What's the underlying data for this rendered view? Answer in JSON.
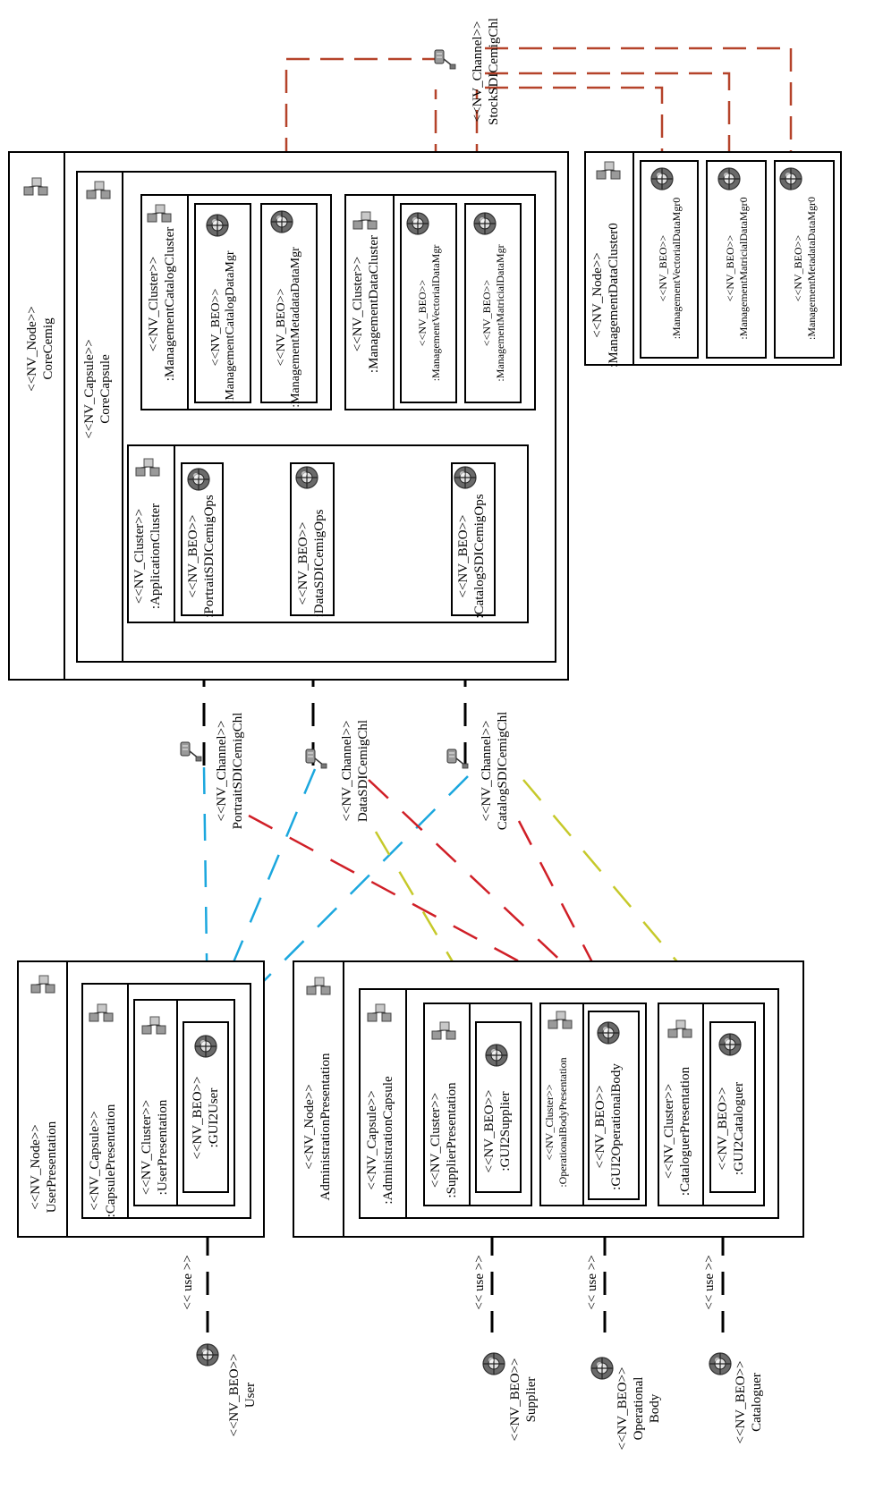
{
  "colors": {
    "stock_channel": "#b5432a",
    "portrait_channel": "#d01f27",
    "data_channel": "#1ba7de",
    "catalog_channel": "#c6c92a",
    "use_link": "#000000"
  },
  "icons": [
    "node-icon",
    "beo-icon",
    "channel-icon"
  ],
  "core_node": {
    "stereotype": "<<NV_Node>>",
    "name": "CoreCemig",
    "capsule": {
      "stereotype": "<<NV_Capsule>>",
      "name": "CoreCapsule",
      "management_catalog_cluster": {
        "stereotype": "<<NV_Cluster>>",
        "name": ":ManagementCatalogCluster",
        "beos": [
          {
            "stereotype": "<<NV_BEO>>",
            "name": ":ManagementCatalogDataMgr"
          },
          {
            "stereotype": "<<NV_BEO>>",
            "name": ":ManagementMetadataDataMgr"
          }
        ]
      },
      "management_data_cluster": {
        "stereotype": "<<NV_Cluster>>",
        "name": ":ManagementDataCluster",
        "beos": [
          {
            "stereotype": "<<NV_BEO>>",
            "name": ":ManagementVectorialDataMgr"
          },
          {
            "stereotype": "<<NV_BEO>>",
            "name": ":ManagementMatricialDataMgr"
          }
        ]
      },
      "application_cluster": {
        "stereotype": "<<NV_Cluster>>",
        "name": ":ApplicationCluster",
        "beos": [
          {
            "stereotype": "<<NV_BEO>>",
            "name": ":PortraitSDICemigOps"
          },
          {
            "stereotype": "<<NV_BEO>>",
            "name": ":DataSDICemigOps"
          },
          {
            "stereotype": "<<NV_BEO>>",
            "name": ":CatalogSDICemigOps"
          }
        ]
      }
    }
  },
  "mgmt_node": {
    "stereotype": "<<NV_Node>>",
    "name": ":ManagementDataCluster0",
    "beos": [
      {
        "stereotype": "<<NV_BEO>>",
        "name": ":ManagementVectorialDataMgr0"
      },
      {
        "stereotype": "<<NV_BEO>>",
        "name": ":ManagementMatricialDataMgr0"
      },
      {
        "stereotype": "<<NV_BEO>>",
        "name": ":ManagementMetadataDataMgr0"
      }
    ]
  },
  "channels": {
    "stock": {
      "stereotype": "<<NV_Channel>>",
      "name": "StockSDICemigChl"
    },
    "portrait": {
      "stereotype": "<<NV_Channel>>",
      "name": "PortraitSDICemigChl"
    },
    "data": {
      "stereotype": "<<NV_Channel>>",
      "name": "DataSDICemigChl"
    },
    "catalog": {
      "stereotype": "<<NV_Channel>>",
      "name": "CatalogSDICemigChl"
    }
  },
  "user_node": {
    "stereotype": "<<NV_Node>>",
    "name": "UserPresentation",
    "capsule": {
      "stereotype": "<<NV_Capsule>>",
      "name": ":CapsulePresentation"
    },
    "cluster": {
      "stereotype": "<<NV_Cluster>>",
      "name": ":UserPresentation"
    },
    "beo": {
      "stereotype": "<<NV_BEO>>",
      "name": ":GUI2User"
    }
  },
  "admin_node": {
    "stereotype": "<<NV_Node>>",
    "name": "AdministrationPresentation",
    "capsule": {
      "stereotype": "<<NV_Capsule>>",
      "name": ":AdministrationCapsule"
    },
    "clusters": [
      {
        "stereotype": "<<NV_Cluster>>",
        "name": ":SupplierPresentation",
        "beo": {
          "stereotype": "<<NV_BEO>>",
          "name": ":GUI2Supplier"
        }
      },
      {
        "stereotype": "<<NV_Cluster>>",
        "name": ":OperationalBodyPresentation",
        "beo": {
          "stereotype": "<<NV_BEO>>",
          "name": ":GUI2OperationalBody"
        }
      },
      {
        "stereotype": "<<NV_Cluster>>",
        "name": ":CataloguerPresentation",
        "beo": {
          "stereotype": "<<NV_BEO>>",
          "name": ":GUI2Cataloguer"
        }
      }
    ]
  },
  "actors": [
    {
      "stereotype": "<<NV_BEO>>",
      "name": "User",
      "use": "<< use >>"
    },
    {
      "stereotype": "<<NV_BEO>>",
      "name": "Supplier",
      "use": "<< use >>"
    },
    {
      "stereotype": "<<NV_BEO>>",
      "name": "Operational",
      "name2": "Body",
      "use": "<< use >>"
    },
    {
      "stereotype": "<<NV_BEO>>",
      "name": "Cataloguer",
      "use": "<< use >>"
    }
  ]
}
